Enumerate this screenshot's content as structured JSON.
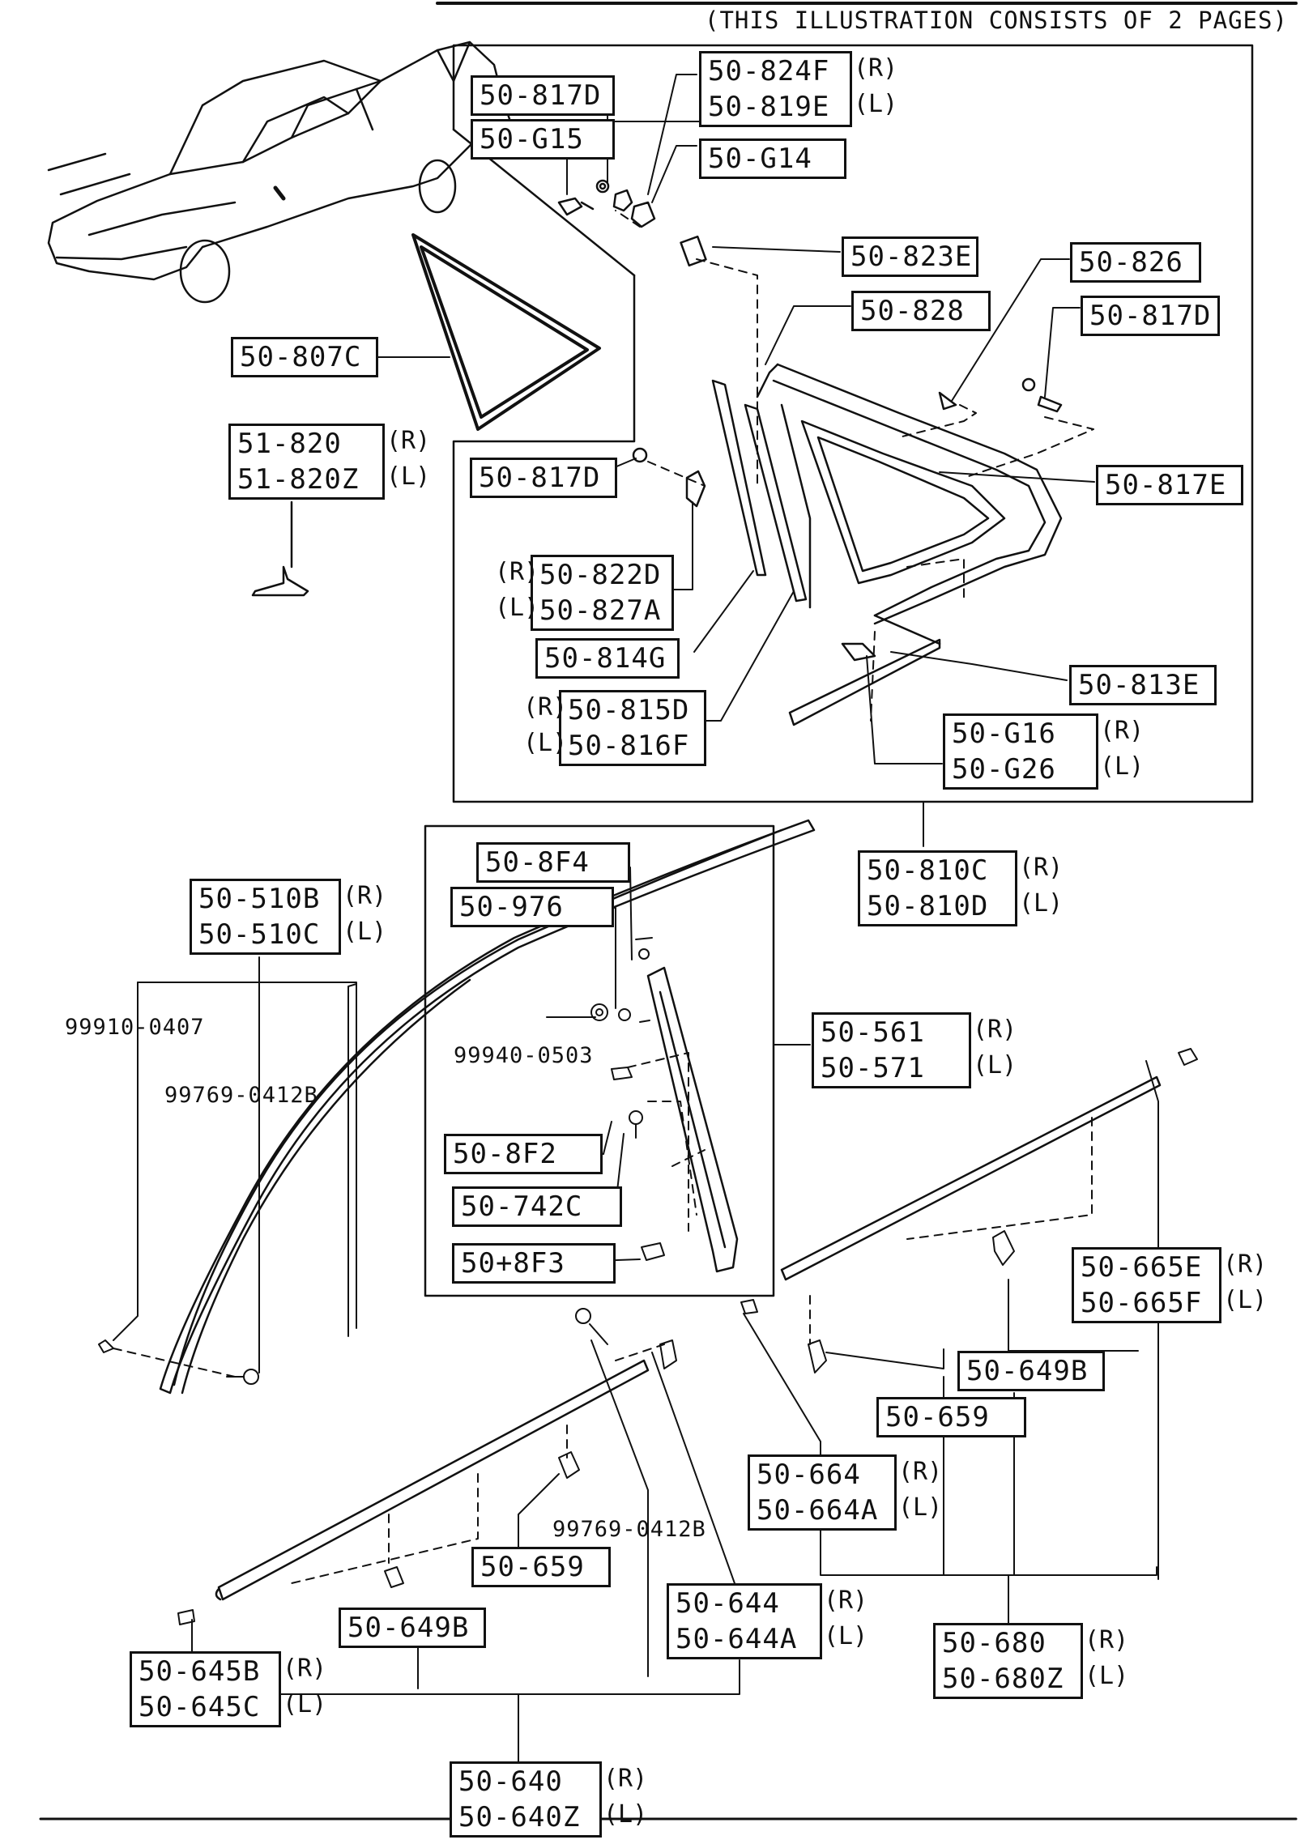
{
  "header": "(THIS ILLUSTRATION CONSISTS OF  2 PAGES)",
  "callouts": [
    {
      "parts": [
        "50-817D"
      ]
    },
    {
      "parts": [
        "50-G15"
      ]
    },
    {
      "parts": [
        "50-824F",
        "50-819E"
      ],
      "sides": [
        "(R)",
        "(L)"
      ]
    },
    {
      "parts": [
        "50-G14"
      ]
    },
    {
      "parts": [
        "50-823E"
      ]
    },
    {
      "parts": [
        "50-826"
      ]
    },
    {
      "parts": [
        "50-828"
      ]
    },
    {
      "parts": [
        "50-817D"
      ]
    },
    {
      "parts": [
        "50-807C"
      ]
    },
    {
      "parts": [
        "51-820",
        "51-820Z"
      ],
      "sides": [
        "(R)",
        "(L)"
      ]
    },
    {
      "parts": [
        "50-817D"
      ]
    },
    {
      "parts": [
        "50-817E"
      ]
    },
    {
      "parts": [
        "50-822D",
        "50-827A"
      ],
      "sides": [
        "(R)",
        "(L)"
      ]
    },
    {
      "parts": [
        "50-814G"
      ]
    },
    {
      "parts": [
        "50-813E"
      ]
    },
    {
      "parts": [
        "50-815D",
        "50-816F"
      ],
      "sides": [
        "(R)",
        "(L)"
      ]
    },
    {
      "parts": [
        "50-G16",
        "50-G26"
      ],
      "sides": [
        "(R)",
        "(L)"
      ]
    },
    {
      "parts": [
        "50-810C",
        "50-810D"
      ],
      "sides": [
        "(R)",
        "(L)"
      ]
    },
    {
      "parts": [
        "50-8F4"
      ]
    },
    {
      "parts": [
        "50-976"
      ]
    },
    {
      "parts": [
        "50-510B",
        "50-510C"
      ],
      "sides": [
        "(R)",
        "(L)"
      ]
    },
    {
      "parts": [
        "50-561",
        "50-571"
      ],
      "sides": [
        "(R)",
        "(L)"
      ]
    },
    {
      "parts": [
        "50-8F2"
      ]
    },
    {
      "parts": [
        "50-742C"
      ]
    },
    {
      "parts": [
        "50+8F3"
      ]
    },
    {
      "parts": [
        "50-665E",
        "50-665F"
      ],
      "sides": [
        "(R)",
        "(L)"
      ]
    },
    {
      "parts": [
        "50-649B"
      ]
    },
    {
      "parts": [
        "50-659"
      ]
    },
    {
      "parts": [
        "50-664",
        "50-664A"
      ],
      "sides": [
        "(R)",
        "(L)"
      ]
    },
    {
      "parts": [
        "50-659"
      ]
    },
    {
      "parts": [
        "50-644",
        "50-644A"
      ],
      "sides": [
        "(R)",
        "(L)"
      ]
    },
    {
      "parts": [
        "50-649B"
      ]
    },
    {
      "parts": [
        "50-680",
        "50-680Z"
      ],
      "sides": [
        "(R)",
        "(L)"
      ]
    },
    {
      "parts": [
        "50-645B",
        "50-645C"
      ],
      "sides": [
        "(R)",
        "(L)"
      ]
    },
    {
      "parts": [
        "50-640",
        "50-640Z"
      ],
      "sides": [
        "(R)",
        "(L)"
      ]
    }
  ],
  "plain_labels": [
    "99910-0407",
    "99769-0412B",
    "99940-0503",
    "99769-0412B"
  ]
}
